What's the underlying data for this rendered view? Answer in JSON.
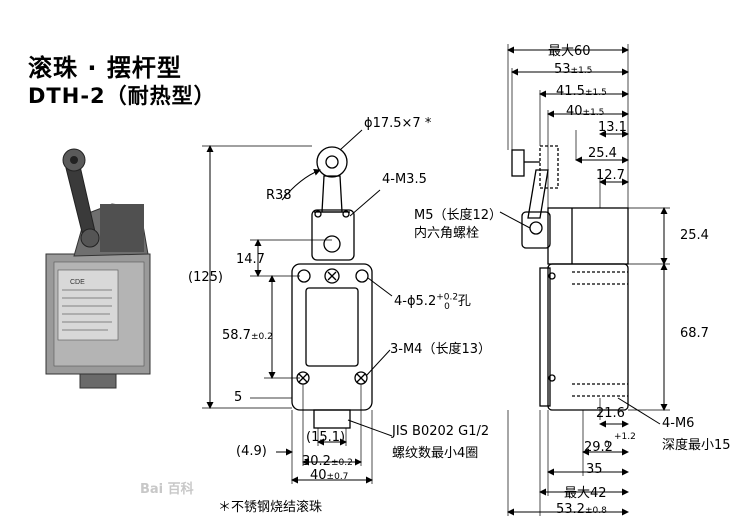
{
  "title": {
    "line1": "滚珠 · 摆杆型",
    "line2": "DTH-2（耐热型）"
  },
  "product_photo": {
    "brand": "CDE"
  },
  "front_view": {
    "roller_dim": "ϕ17.5×7 *",
    "radius": "R38",
    "screw": "4-M3.5",
    "height_total": "(125)",
    "dim_top": "14.7",
    "hole": "4-ϕ5.2",
    "hole_tol": "+0.2",
    "hole_tol_low": "0",
    "hole_suffix": "孔",
    "spacing": "58.7",
    "spacing_tol": "±0.2",
    "mount": "3-M4（长度13）",
    "dim_bottom": "5",
    "offset": "(4.9)",
    "width_inner": "(15.1)",
    "width_mid": "30.2",
    "width_mid_tol": "±0.2",
    "width_outer": "40",
    "width_outer_tol": "±0.7",
    "conduit_line1": "JIS B0202 G1/2",
    "conduit_line2": "螺纹数最小4圈",
    "note": "＊不锈钢烧结滚珠"
  },
  "side_view": {
    "max60": "最大60",
    "d53": "53",
    "d53_tol": "±1.5",
    "d41": "41.5",
    "d41_tol": "±1.5",
    "d40": "40",
    "d40_tol": "±1.5",
    "d13": "13.1",
    "d25a": "25.4",
    "d12": "12.7",
    "m5_line1": "M5（长度12）",
    "m5_line2": "内六角螺栓",
    "d25b": "25.4",
    "d68": "68.7",
    "d21": "21.6",
    "m6_line1": "4-M6",
    "m6_line2": "深度最小15",
    "d29": "29.2",
    "d29_tol": "+1.2",
    "d29_tol_low": "0",
    "d35": "35",
    "max42": "最大42",
    "d53b": "53.2",
    "d53b_tol": "±0.8"
  },
  "watermark": "Bai 百科"
}
